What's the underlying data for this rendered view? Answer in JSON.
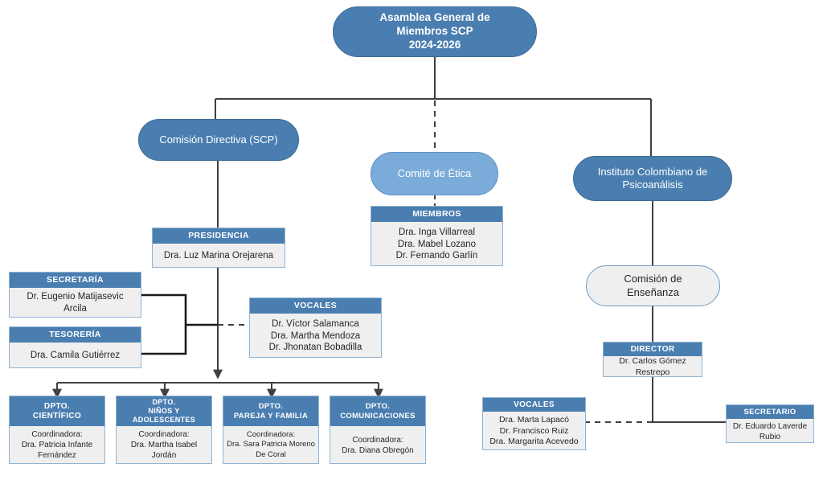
{
  "diagram": {
    "title": "Organigrama SCP",
    "colors": {
      "node_dark": "#4A7EB0",
      "node_mid": "#7AABD9",
      "node_light": "#EFEFEF",
      "header_bar": "#4A7EB0",
      "body_fill": "#EFEFEF",
      "connector": "#404040",
      "text_light": "#FFFFFF",
      "text_dark": "#262626",
      "background": "#FFFFFF"
    }
  },
  "nodes": {
    "asamblea": {
      "line1": "Asamblea General de Miembros SCP",
      "line2": "2024-2026"
    },
    "comision_directiva": {
      "label": "Comisión Directiva (SCP)"
    },
    "comite_etica": {
      "label": "Comité de Ética"
    },
    "instituto": {
      "line1": "Instituto Colombiano de",
      "line2": "Psicoanálisis"
    },
    "comision_ensenanza": {
      "label": "Comisión de Enseñanza"
    }
  },
  "cards": {
    "presidencia": {
      "header": "PRESIDENCIA",
      "lines": [
        "Dra. Luz Marina Orejarena"
      ]
    },
    "miembros_etica": {
      "header": "MIEMBROS",
      "lines": [
        "Dra. Inga Villarreal",
        "Dra. Mabel Lozano",
        "Dr. Fernando Garlín"
      ]
    },
    "secretaria": {
      "header": "SECRETARÍA",
      "lines": [
        "Dr. Eugenio Matijasevic",
        "Arcila"
      ]
    },
    "tesoreria": {
      "header": "TESORERÍA",
      "lines": [
        "Dra. Camila Gutiérrez"
      ]
    },
    "vocales_scp": {
      "header": "VOCALES",
      "lines": [
        "Dr. Víctor Salamanca",
        "Dra. Martha Mendoza",
        "Dr. Jhonatan Bobadilla"
      ]
    },
    "director": {
      "header": "DIRECTOR",
      "lines": [
        "Dr. Carlos Gómez",
        "Restrepo"
      ]
    },
    "vocales_instituto": {
      "header": "VOCALES",
      "lines": [
        "Dra. Marta Lapacó",
        "Dr. Francisco Ruiz",
        "Dra. Margarita Acevedo"
      ]
    },
    "secretario": {
      "header": "SECRETARIO",
      "lines": [
        "Dr. Eduardo Laverde",
        "Rubio"
      ]
    },
    "dpto_cientifico": {
      "header_line1": "DPTO.",
      "header_line2": "CIENTÍFICO",
      "lines": [
        "Coordinadora:",
        "Dra. Patricia Infante",
        "Fernández"
      ]
    },
    "dpto_ninos": {
      "header_line1": "DPTO.",
      "header_line2": "NIÑOS Y ADOLESCENTES",
      "lines": [
        "Coordinadora:",
        "Dra. Martha Isabel",
        "Jordán"
      ]
    },
    "dpto_pareja": {
      "header_line1": "DPTO.",
      "header_line2": "PAREJA Y FAMILIA",
      "lines": [
        "Coordinadora:",
        "Dra. Sara Patricia Moreno",
        "De Coral"
      ]
    },
    "dpto_comunicaciones": {
      "header_line1": "DPTO.",
      "header_line2": "COMUNICACIONES",
      "lines": [
        "Coordinadora:",
        "Dra. Diana Obregón"
      ]
    }
  }
}
